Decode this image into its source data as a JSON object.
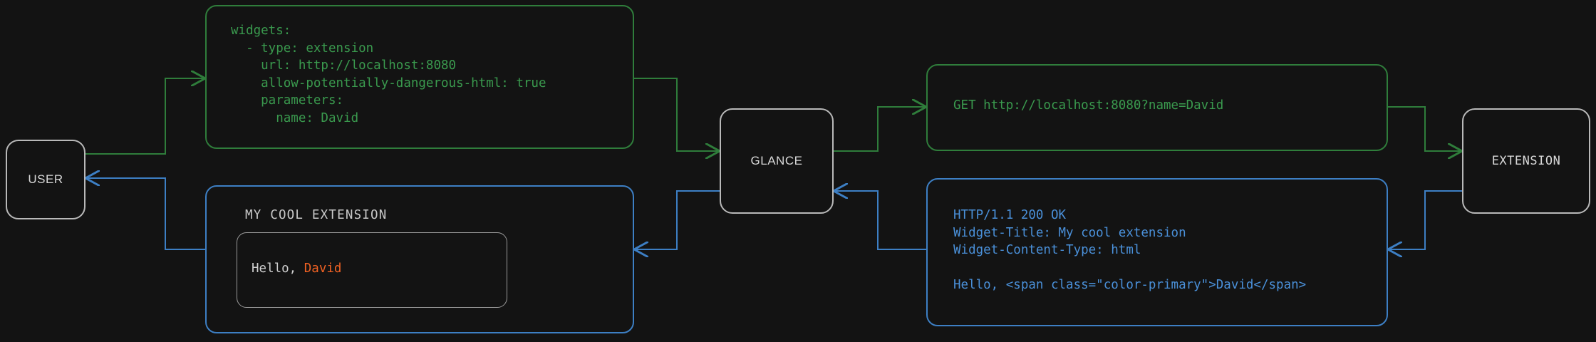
{
  "diagram": {
    "type": "flow-sequence",
    "background": "#131313",
    "colors": {
      "request_flow": "#3a9a4e",
      "response_flow": "#4a90d9",
      "node_border": "#b9b9b9",
      "node_text": "#d8d8d8",
      "accent": "#ef6123"
    }
  },
  "nodes": {
    "user": {
      "label": "USER"
    },
    "glance": {
      "label": "GLANCE"
    },
    "extension": {
      "label": "EXTENSION"
    }
  },
  "panels": {
    "config": {
      "flow": "request",
      "color": "#3a9a4e",
      "text": "widgets:\n  - type: extension\n    url: http://localhost:8080\n    allow-potentially-dangerous-html: true\n    parameters:\n      name: David"
    },
    "request": {
      "flow": "request",
      "color": "#3a9a4e",
      "text": "GET http://localhost:8080?name=David"
    },
    "response": {
      "flow": "response",
      "color": "#4a90d9",
      "text": "HTTP/1.1 200 OK\nWidget-Title: My cool extension\nWidget-Content-Type: html\n\nHello, <span class=\"color-primary\">David</span>"
    },
    "widget": {
      "flow": "response",
      "color": "#4a90d9",
      "title": "MY COOL EXTENSION",
      "body_prefix": "Hello, ",
      "body_accent": "David"
    }
  },
  "arrows": [
    {
      "name": "user-to-config",
      "flow": "request"
    },
    {
      "name": "config-to-glance",
      "flow": "request"
    },
    {
      "name": "glance-to-request",
      "flow": "request"
    },
    {
      "name": "request-to-extension",
      "flow": "request"
    },
    {
      "name": "extension-to-response",
      "flow": "response"
    },
    {
      "name": "response-to-glance",
      "flow": "response"
    },
    {
      "name": "glance-to-widget",
      "flow": "response"
    },
    {
      "name": "widget-to-user",
      "flow": "response"
    }
  ]
}
